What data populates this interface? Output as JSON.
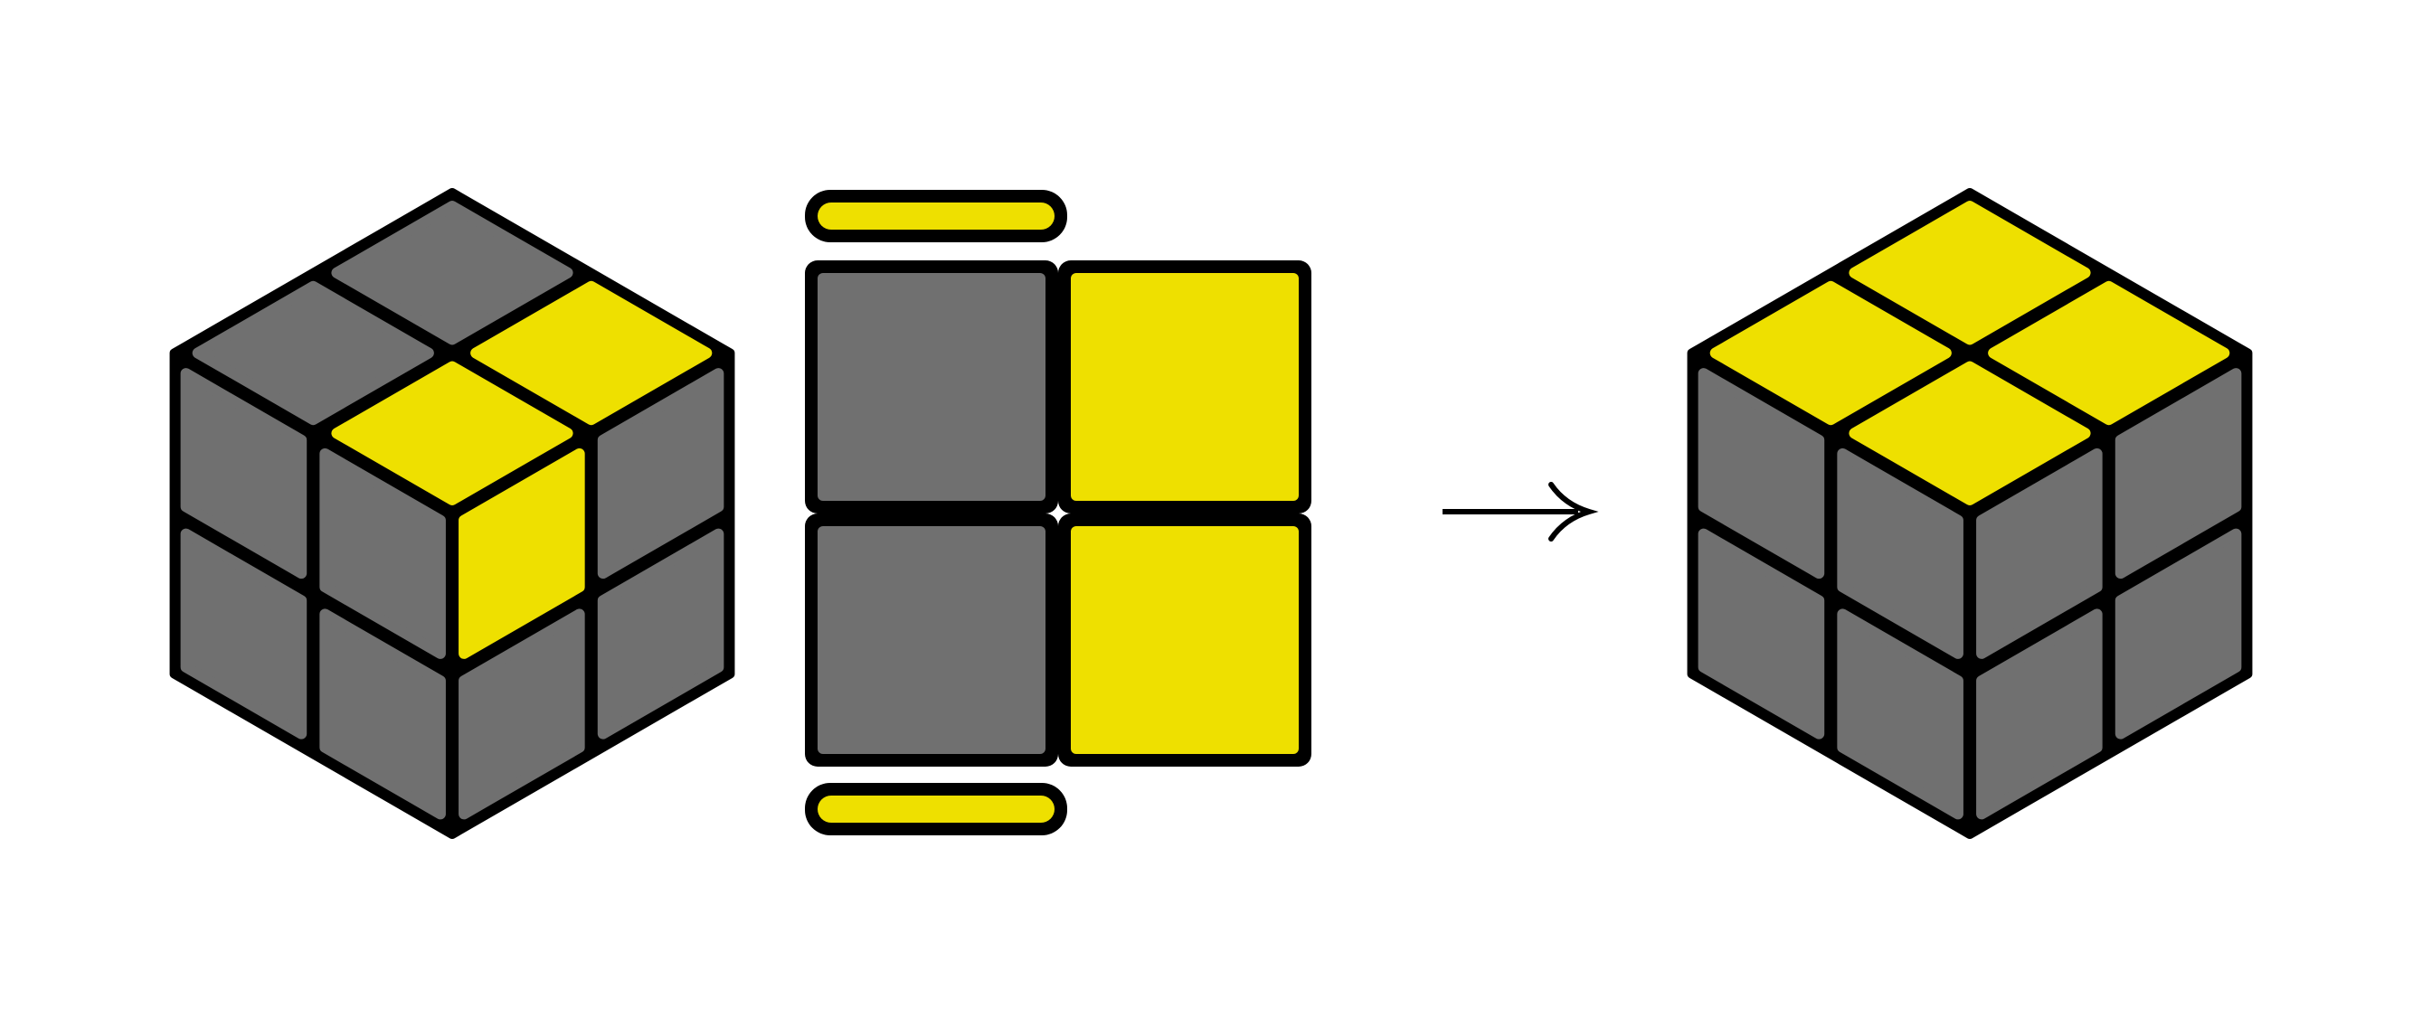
{
  "colors": {
    "background": "#ffffff",
    "frame": "#000000",
    "yellow": "#eee000",
    "gray": "#707070",
    "arrow": "#000000"
  },
  "cube_before": {
    "top": [
      [
        "gray",
        "yellow"
      ],
      [
        "gray",
        "yellow"
      ]
    ],
    "left": [
      [
        "gray",
        "gray"
      ],
      [
        "gray",
        "gray"
      ]
    ],
    "right": [
      [
        "yellow",
        "gray"
      ],
      [
        "gray",
        "gray"
      ]
    ]
  },
  "top_view": {
    "top_edge": [
      "yellow"
    ],
    "grid": [
      [
        "gray",
        "yellow"
      ],
      [
        "gray",
        "yellow"
      ]
    ],
    "bottom_edge": [
      "yellow"
    ]
  },
  "arrow": {
    "icon": "right-arrow-icon"
  },
  "cube_after": {
    "top": [
      [
        "yellow",
        "yellow"
      ],
      [
        "yellow",
        "yellow"
      ]
    ],
    "left": [
      [
        "gray",
        "gray"
      ],
      [
        "gray",
        "gray"
      ]
    ],
    "right": [
      [
        "gray",
        "gray"
      ],
      [
        "gray",
        "gray"
      ]
    ]
  }
}
